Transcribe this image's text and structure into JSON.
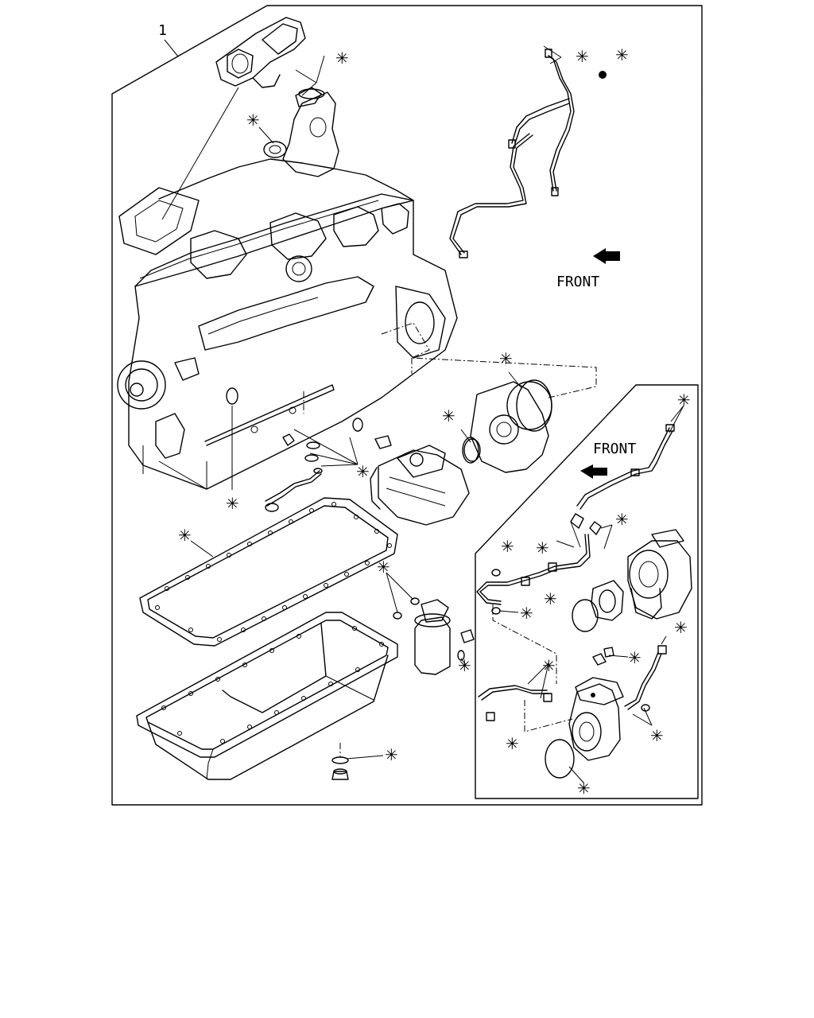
{
  "labels": {
    "part_number": "1",
    "front_main": "FRONT",
    "front_inset": "FRONT",
    "asterisk": "✳"
  }
}
